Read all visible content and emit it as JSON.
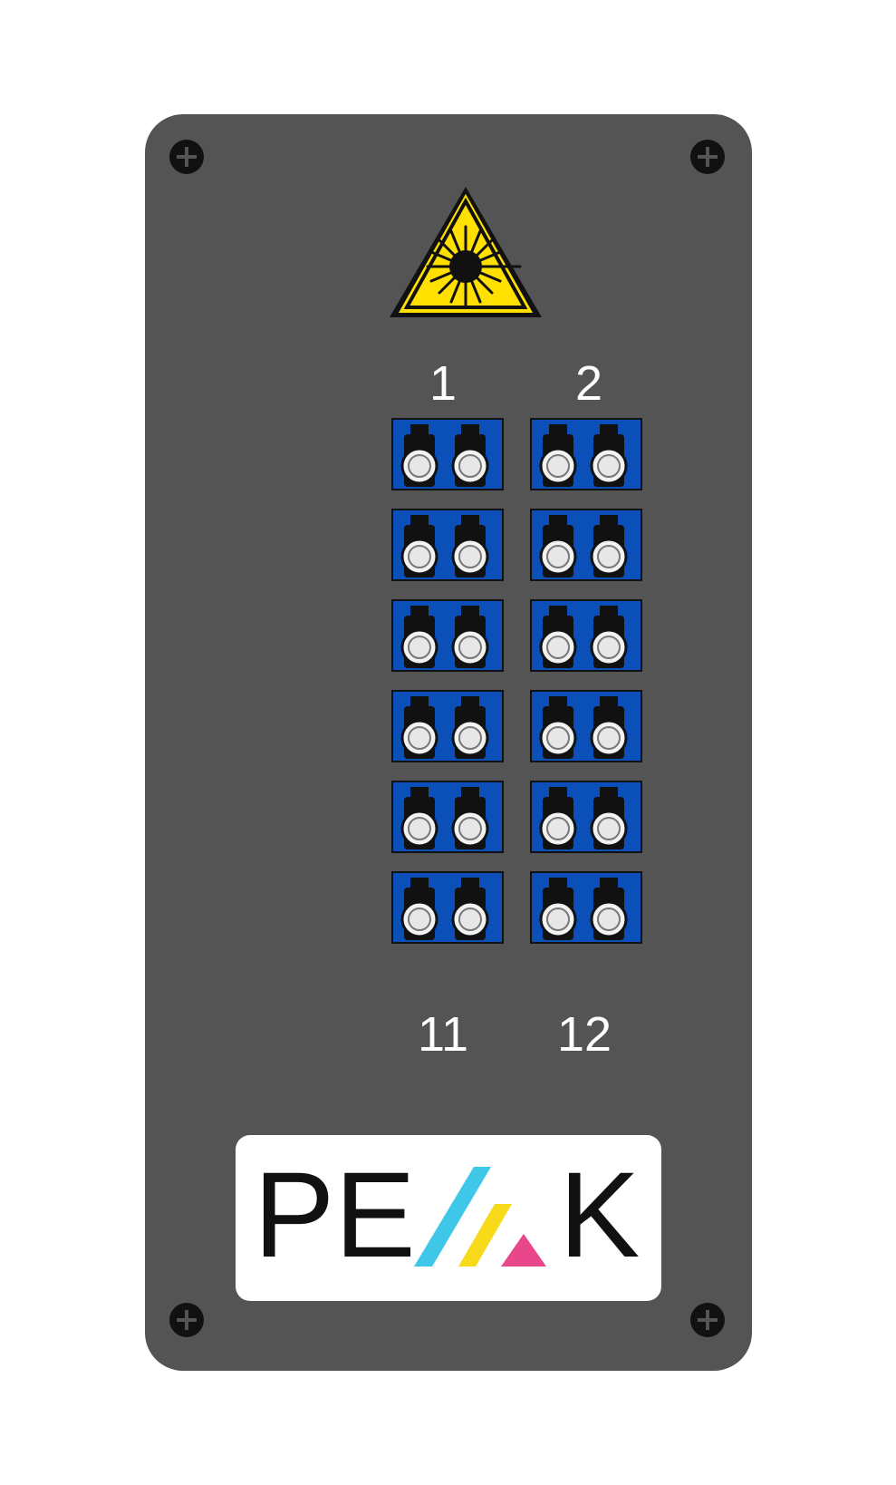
{
  "panel": {
    "labels": {
      "top_left": "1",
      "top_right": "2",
      "bottom_left": "11",
      "bottom_right": "12"
    },
    "logo": {
      "text_left": "PE",
      "text_right": "K",
      "wordmark": "PEAK"
    },
    "warning_icon": "laser-warning-icon",
    "port_rows": 6,
    "port_columns": 2,
    "colors": {
      "panel": "#545454",
      "port_blue": "#0B4FB8",
      "warning_yellow": "#FFE000",
      "logo_cyan": "#3EC7E8",
      "logo_yellow": "#F7DA1A",
      "logo_pink": "#E9478B"
    }
  }
}
